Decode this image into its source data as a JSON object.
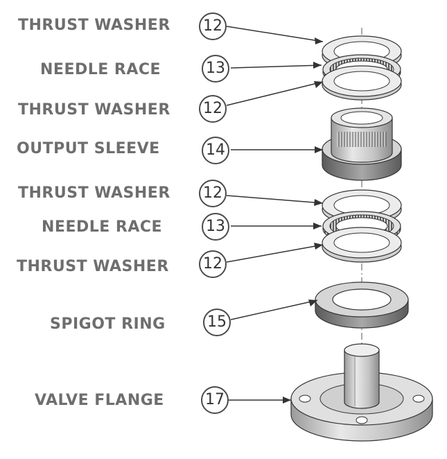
{
  "parts": [
    {
      "label": "THRUST WASHER",
      "number": "12"
    },
    {
      "label": "NEEDLE RACE",
      "number": "13"
    },
    {
      "label": "THRUST WASHER",
      "number": "12"
    },
    {
      "label": "OUTPUT SLEEVE",
      "number": "14"
    },
    {
      "label": "THRUST WASHER",
      "number": "12"
    },
    {
      "label": "NEEDLE RACE",
      "number": "13"
    },
    {
      "label": "THRUST WASHER",
      "number": "12"
    },
    {
      "label": "SPIGOT RING",
      "number": "15"
    },
    {
      "label": "VALVE FLANGE",
      "number": "17"
    }
  ],
  "colors": {
    "label_text": "#6e6e6e",
    "line": "#333333",
    "metal_light": "#e6e6e6",
    "metal_mid": "#bdbdbd",
    "metal_dark": "#7a7a7a"
  }
}
